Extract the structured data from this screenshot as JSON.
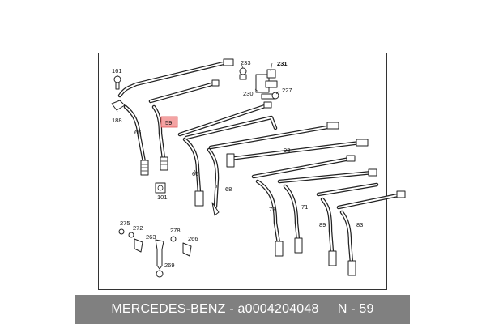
{
  "colors": {
    "frame": "#333333",
    "footer_bg": "#808080",
    "footer_text": "#ffffff",
    "highlight_fill": "#f4a3a3",
    "highlight_stroke": "#e05555",
    "line": "#222222"
  },
  "callouts": {
    "c161": "161",
    "c188": "188",
    "c65": "65",
    "c59": "59",
    "c233": "233",
    "c231": "231",
    "c230": "230",
    "c227": "227",
    "c93": "93",
    "c66": "66",
    "c68": "68",
    "c101": "101",
    "c77": "77",
    "c71": "71",
    "c89": "89",
    "c83": "83",
    "c275": "275",
    "c272": "272",
    "c263": "263",
    "c278": "278",
    "c266": "266",
    "c269": "269"
  },
  "footer": {
    "brand": "MERCEDES-BENZ",
    "separator": "-",
    "part_number": "a0004204048",
    "ref_prefix": "N -",
    "ref_number": "59"
  }
}
